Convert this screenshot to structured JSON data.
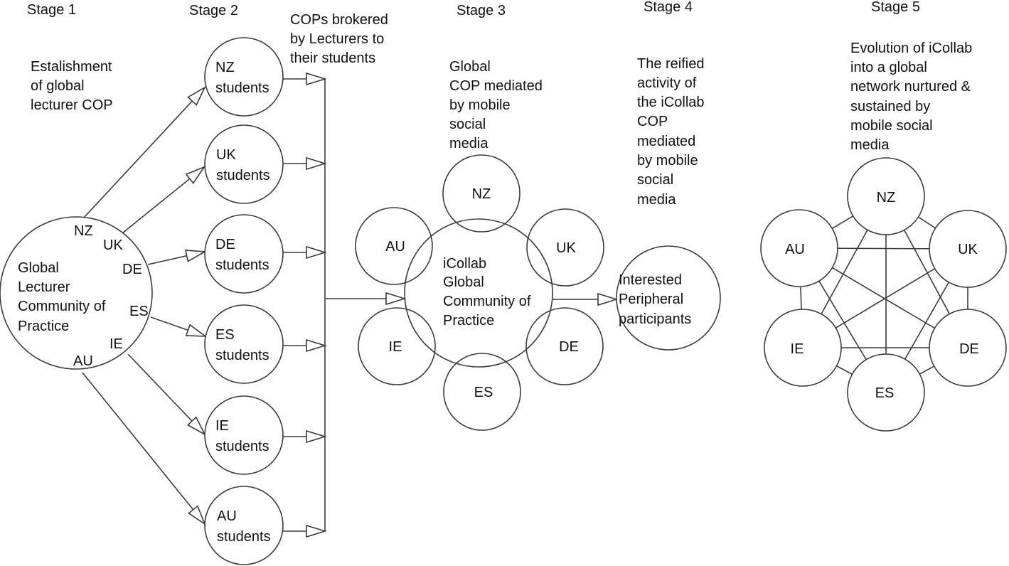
{
  "stages": [
    {
      "label": "Stage 1"
    },
    {
      "label": "Stage 2"
    },
    {
      "label": "Stage 3"
    },
    {
      "label": "Stage 4"
    },
    {
      "label": "Stage 5"
    }
  ],
  "captions": {
    "stage1": [
      "Estalishment",
      "of global",
      "lecturer COP"
    ],
    "brokered": [
      "COPs brokered",
      "by Lecturers to",
      "their students"
    ],
    "stage3": [
      "Global",
      "COP mediated",
      "by mobile",
      "social",
      "media"
    ],
    "stage4": [
      "The reified",
      "activity of",
      "the iCollab",
      "COP",
      "mediated",
      "by mobile",
      "social",
      "media"
    ],
    "stage5": [
      "Evolution of iCollab",
      "into a global",
      "network nurtured &",
      "sustained by",
      "mobile social",
      "media"
    ]
  },
  "stage1": {
    "center_lines": [
      "Global",
      "Lecturer",
      "Community of",
      "Practice"
    ],
    "country_labels": [
      "NZ",
      "UK",
      "DE",
      "ES",
      "IE",
      "AU"
    ]
  },
  "stage2": {
    "nodes": [
      {
        "country": "NZ",
        "sub": "students"
      },
      {
        "country": "UK",
        "sub": "students"
      },
      {
        "country": "DE",
        "sub": "students"
      },
      {
        "country": "ES",
        "sub": "students"
      },
      {
        "country": "IE",
        "sub": "students"
      },
      {
        "country": "AU",
        "sub": "students"
      }
    ]
  },
  "stage3": {
    "center_lines": [
      "iCollab",
      "Global",
      "Community of",
      "Practice"
    ],
    "satellites": [
      "NZ",
      "UK",
      "DE",
      "ES",
      "IE",
      "AU"
    ]
  },
  "stage4": {
    "node_lines": [
      "Interested",
      "Peripheral",
      "participants"
    ]
  },
  "stage5": {
    "nodes": [
      "NZ",
      "UK",
      "DE",
      "ES",
      "IE",
      "AU"
    ]
  }
}
